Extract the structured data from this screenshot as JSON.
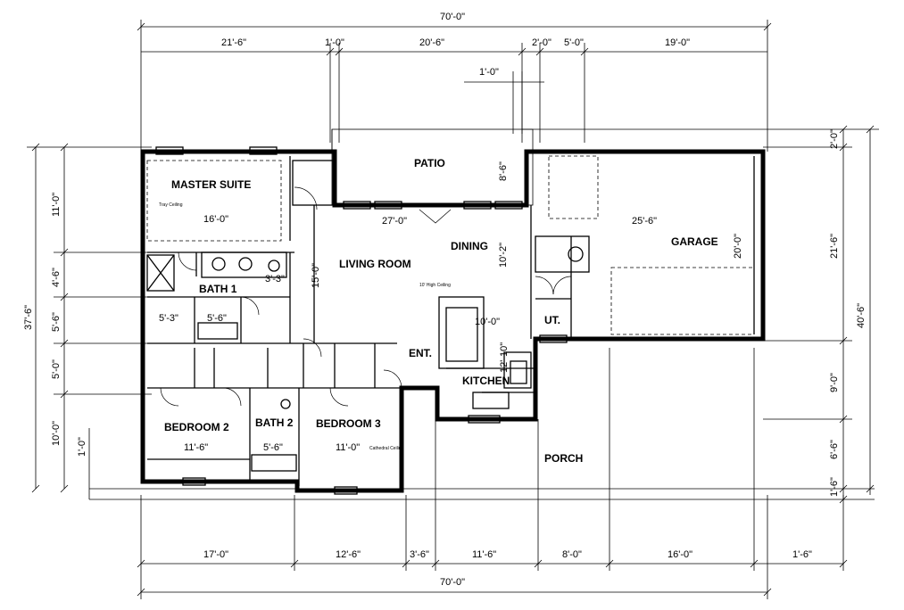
{
  "rooms": {
    "master_suite": "MASTER SUITE",
    "master_suite_ceiling": "Tray Ceiling",
    "master_suite_dim": "16'-0\"",
    "patio": "PATIO",
    "patio_dim": "8'-6\"",
    "living_room": "LIVING ROOM",
    "living_room_ceiling": "10' High Ceiling",
    "living_dim_h": "27'-0\"",
    "living_dim_v": "15'-0\"",
    "dining": "DINING",
    "dining_dim": "10'-2\"",
    "garage": "GARAGE",
    "garage_dim_h": "25'-6\"",
    "garage_dim_v": "20'-0\"",
    "bath1": "BATH 1",
    "bath1_dim_a": "3'-3\"",
    "bath1_dim_b": "5'-3\"",
    "bath1_dim_c": "5'-6\"",
    "ut": "UT.",
    "ent": "ENT.",
    "kitchen": "KITCHEN",
    "kitchen_dim_h": "10'-0\"",
    "kitchen_dim_v": "12'-10\"",
    "bedroom2": "BEDROOM 2",
    "bedroom2_dim": "11'-6\"",
    "bath2": "BATH 2",
    "bath2_dim": "5'-6\"",
    "bedroom3": "BEDROOM 3",
    "bedroom3_dim": "11'-0\"",
    "bedroom3_ceiling": "Cathedral Ceiling",
    "porch": "PORCH"
  },
  "dims_top": {
    "overall": "70'-0\"",
    "seg1": "21'-6\"",
    "seg2": "1'-0\"",
    "seg3": "20'-6\"",
    "seg4": "2'-0\"",
    "seg5": "5'-0\"",
    "seg6": "19'-0\"",
    "sub": "1'-0\""
  },
  "dims_bottom": {
    "seg1": "17'-0\"",
    "seg2": "12'-6\"",
    "seg3": "3'-6\"",
    "seg4": "11'-6\"",
    "seg5": "8'-0\"",
    "seg6": "16'-0\"",
    "seg7": "1'-6\"",
    "overall": "70'-0\""
  },
  "dims_left": {
    "overall": "37'-6\"",
    "seg1": "11'-0\"",
    "seg2": "4'-6\"",
    "seg3": "5'-6\"",
    "seg4": "5'-0\"",
    "seg5": "10'-0\"",
    "sub": "1'-0\""
  },
  "dims_right": {
    "overall": "40'-6\"",
    "seg1": "2'-0\"",
    "seg2": "21'-6\"",
    "seg3": "9'-0\"",
    "seg4": "6'-6\"",
    "seg5": "1'-6\""
  }
}
